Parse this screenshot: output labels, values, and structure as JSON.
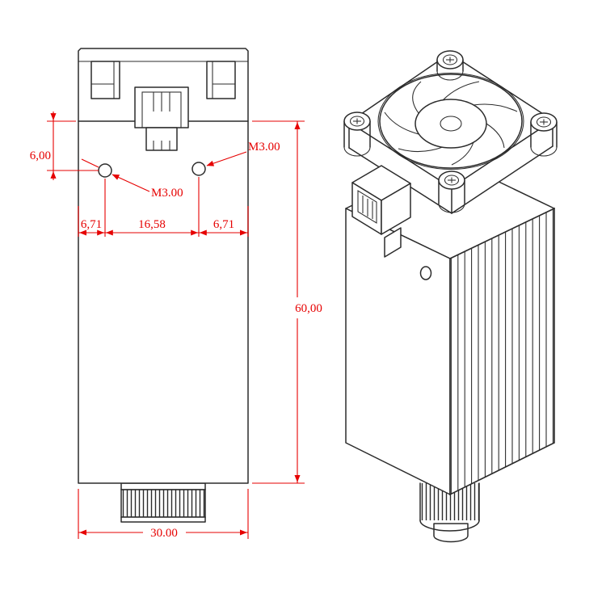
{
  "page": {
    "background": "#ffffff"
  },
  "colors": {
    "outline": "#2b2b2b",
    "dimension": "#e60000"
  },
  "front_view": {
    "dims": {
      "hole_offset_top": "6,00",
      "thread_right": "M3.00",
      "thread_left": "M3.00",
      "edge_to_left_hole": "6,71",
      "hole_spacing": "16,58",
      "right_hole_to_edge": "6,71",
      "body_height": "60,00",
      "body_width": "30.00"
    }
  }
}
